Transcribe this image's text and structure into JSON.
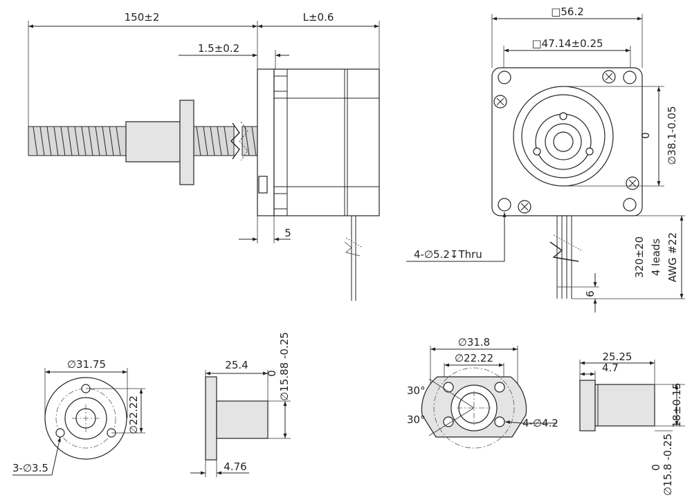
{
  "side_view": {
    "length_total": "150±2",
    "length_body": "L±0.6",
    "boss_height": "1.5±0.2",
    "lead_offset": "5"
  },
  "front_view": {
    "square_outer": "□56.2",
    "hole_spacing": "□47.14±0.25",
    "pilot_tol_upper": "0",
    "pilot_dia": "∅38.1-0.05",
    "mount_holes": "4-∅5.2↧Thru",
    "lead_length": "320±20",
    "lead_count": "4 leads",
    "lead_gauge": "AWG #22",
    "lead_strip": "6"
  },
  "nut_front": {
    "flange_dia": "∅31.75",
    "bolt_circle": "∅22.22",
    "holes": "3-∅3.5"
  },
  "nut_side": {
    "length": "25.4",
    "flange_thick": "4.76",
    "dia_tol_upper": "0",
    "dia": "∅15.88 -0.25"
  },
  "flange_front": {
    "flange_dia": "∅31.8",
    "bolt_circle": "∅22.22",
    "angle_top": "30°",
    "angle_bottom": "30°",
    "holes": "4-∅4.2"
  },
  "flange_side": {
    "length": "25.25",
    "flange_thick": "4.7",
    "height": "18±0.15",
    "dia_tol_upper": "0",
    "dia": "∅15.8 -0.25"
  }
}
